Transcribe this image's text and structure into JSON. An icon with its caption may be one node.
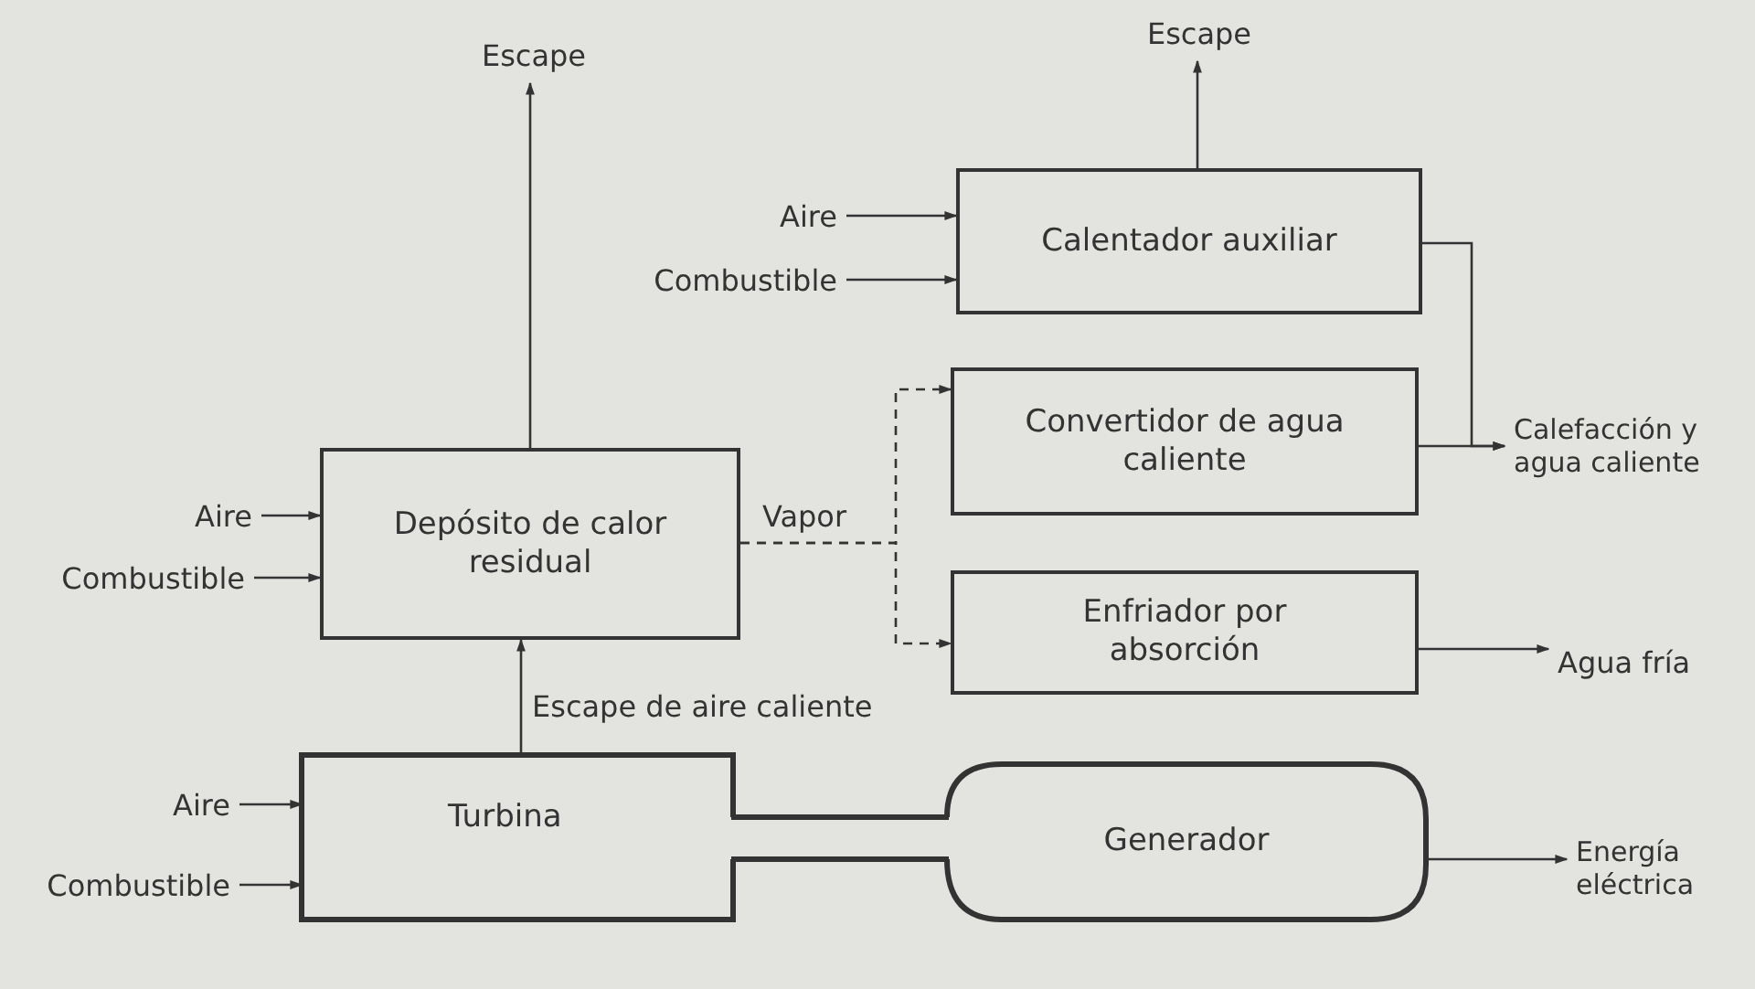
{
  "diagram": {
    "nodes": [
      {
        "text": [
          "Escape"
        ]
      },
      {
        "text": [
          "Escape"
        ]
      },
      {
        "text": [
          "Aire"
        ]
      },
      {
        "text": [
          "Combustible"
        ]
      },
      {
        "text": [
          "Calentador auxiliar"
        ]
      },
      {
        "text": [
          "Convertidor de agua caliente"
        ]
      },
      {
        "text": [
          "Calefacción y agua caliente"
        ]
      },
      {
        "text": [
          "Aire"
        ]
      },
      {
        "text": [
          "Combustible"
        ]
      },
      {
        "text": [
          "Depósito de calor residual"
        ]
      },
      {
        "text": [
          "Enfriador por absorción"
        ]
      },
      {
        "text": [
          "Agua fría"
        ]
      },
      {
        "text": [
          "Turbina"
        ]
      },
      {
        "text": [
          "Generador"
        ]
      },
      {
        "text": [
          "Aire"
        ]
      },
      {
        "text": [
          "Combustible"
        ]
      },
      {
        "text": [
          "Energía eléctrica"
        ]
      }
    ],
    "edges": [
      {
        "from": 9,
        "to": 0,
        "arrow": "to"
      },
      {
        "from": 4,
        "to": 1,
        "arrow": "to"
      },
      {
        "from": 2,
        "to": 4,
        "arrow": "to"
      },
      {
        "from": 3,
        "to": 4,
        "arrow": "to"
      },
      {
        "from": 7,
        "to": 9,
        "arrow": "to"
      },
      {
        "from": 8,
        "to": 9,
        "arrow": "to"
      },
      {
        "from": 9,
        "to": 5,
        "arrow": "to",
        "style": "dashed",
        "label": "Vapor"
      },
      {
        "from": 9,
        "to": 10,
        "arrow": "to",
        "style": "dashed"
      },
      {
        "from": 4,
        "to": 6,
        "arrow": "to"
      },
      {
        "from": 5,
        "to": 6,
        "arrow": "to"
      },
      {
        "from": 10,
        "to": 11,
        "arrow": "to"
      },
      {
        "from": 12,
        "to": 9,
        "arrow": "to",
        "label": "Escape de aire caliente"
      },
      {
        "from": 14,
        "to": 12,
        "arrow": "to"
      },
      {
        "from": 15,
        "to": 12,
        "arrow": "to"
      },
      {
        "from": 13,
        "to": 16,
        "arrow": "to"
      }
    ]
  }
}
